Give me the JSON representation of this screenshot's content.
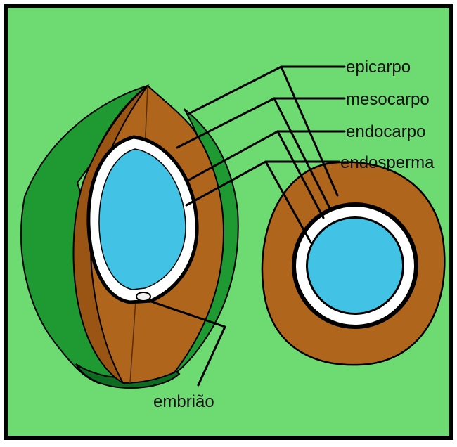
{
  "labels": {
    "epicarpo": "epicarpo",
    "mesocarpo": "mesocarpo",
    "endocarpo": "endocarpo",
    "endosperma": "endosperma",
    "embriao": "embrião"
  },
  "colors": {
    "background": "#6ddb72",
    "border": "#000000",
    "epicarp_green": "#1f9a32",
    "epicarp_dark": "#0e6b22",
    "mesocarp_brown": "#b0651c",
    "endocarp_white": "#ffffff",
    "endosperm_blue": "#42c3e6",
    "embryo": "#f2f2f2",
    "leader_lines": "#000000"
  }
}
